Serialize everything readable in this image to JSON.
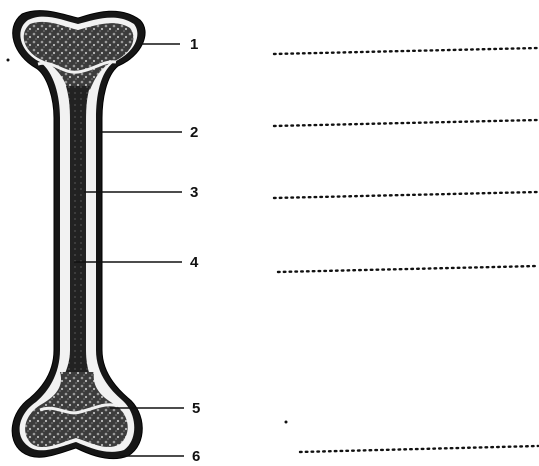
{
  "labels": [
    {
      "number": "1",
      "answer_blank": true
    },
    {
      "number": "2",
      "answer_blank": true
    },
    {
      "number": "3",
      "answer_blank": true
    },
    {
      "number": "4",
      "answer_blank": true
    },
    {
      "number": "5",
      "answer_blank": false
    },
    {
      "number": "6",
      "answer_blank": true
    }
  ],
  "colors": {
    "ink": "#111111",
    "bone_outline": "#1a1a1a",
    "spongy_fill": "#4a4a4a",
    "marrow": "#2a2a2a",
    "compact_bone": "#f4f4f4"
  }
}
